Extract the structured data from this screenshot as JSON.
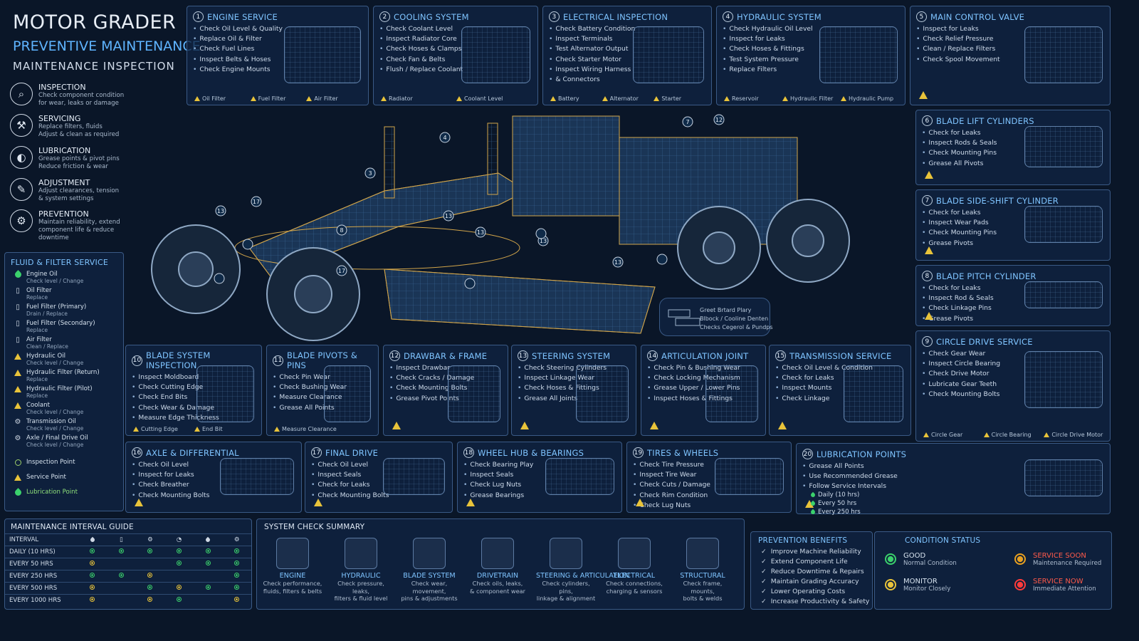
{
  "title": {
    "main": "MOTOR GRADER",
    "sub": "PREVENTIVE MAINTENANCE",
    "third": "MAINTENANCE INSPECTION"
  },
  "legend": [
    {
      "icon": "magnifier-icon",
      "glyph": "⌕",
      "title": "INSPECTION",
      "desc1": "Check component condition",
      "desc2": "for wear, leaks or damage",
      "desc3": ""
    },
    {
      "icon": "wrench-icon",
      "glyph": "⚒",
      "title": "SERVICING",
      "desc1": "Replace filters, fluids",
      "desc2": "Adjust & clean as required",
      "desc3": ""
    },
    {
      "icon": "oil-drop-icon",
      "glyph": "◐",
      "title": "LUBRICATION",
      "desc1": "Grease points & pivot pins",
      "desc2": "Reduce friction & wear",
      "desc3": ""
    },
    {
      "icon": "adjustment-icon",
      "glyph": "✎",
      "title": "ADJUSTMENT",
      "desc1": "Adjust clearances, tension",
      "desc2": "& system settings",
      "desc3": ""
    },
    {
      "icon": "gear-icon",
      "glyph": "⚙",
      "title": "PREVENTION",
      "desc1": "Maintain reliability, extend",
      "desc2": "component life & reduce",
      "desc3": "downtime"
    }
  ],
  "fluid": {
    "title": "FLUID & FILTER SERVICE",
    "items": [
      {
        "icon": "drop",
        "t": "Engine Oil",
        "d": "Check level / Change"
      },
      {
        "icon": "filter",
        "t": "Oil Filter",
        "d": "Replace"
      },
      {
        "icon": "filter",
        "t": "Fuel Filter (Primary)",
        "d": "Drain / Replace"
      },
      {
        "icon": "filter",
        "t": "Fuel Filter (Secondary)",
        "d": "Replace"
      },
      {
        "icon": "filter",
        "t": "Air Filter",
        "d": "Clean / Replace"
      },
      {
        "icon": "warn",
        "t": "Hydraulic Oil",
        "d": "Check level / Change"
      },
      {
        "icon": "warn",
        "t": "Hydraulic Filter (Return)",
        "d": "Replace"
      },
      {
        "icon": "warn",
        "t": "Hydraulic Filter (Pilot)",
        "d": "Replace"
      },
      {
        "icon": "warn",
        "t": "Coolant",
        "d": "Check level / Change"
      },
      {
        "icon": "gear",
        "t": "Transmission Oil",
        "d": "Check level / Change"
      },
      {
        "icon": "gear",
        "t": "Axle / Final Drive Oil",
        "d": "Check level / Change"
      }
    ],
    "key": [
      {
        "t": "Inspection Point"
      },
      {
        "t": "Service Point"
      },
      {
        "t": "Lubrication Point"
      }
    ]
  },
  "panels": {
    "p1": {
      "n": "1",
      "title": "ENGINE SERVICE",
      "items": [
        "Check Oil Level & Quality",
        "Replace Oil & Filter",
        "Check Fuel Lines",
        "Inspect Belts & Hoses",
        "Check Engine Mounts"
      ],
      "caps": [
        "Oil Filter",
        "Fuel Filter",
        "Air Filter"
      ]
    },
    "p2": {
      "n": "2",
      "title": "COOLING SYSTEM",
      "items": [
        "Check Coolant Level",
        "Inspect Radiator Core",
        "Check Hoses & Clamps",
        "Check Fan & Belts",
        "Flush / Replace Coolant"
      ],
      "caps": [
        "Radiator",
        "Coolant Level"
      ]
    },
    "p3": {
      "n": "3",
      "title": "ELECTRICAL INSPECTION",
      "items": [
        "Check Battery Condition",
        "Inspect Terminals",
        "Test Alternator Output",
        "Check Starter Motor",
        "Inspect Wiring Harness",
        "& Connectors"
      ],
      "caps": [
        "Battery",
        "Alternator",
        "Starter"
      ]
    },
    "p4": {
      "n": "4",
      "title": "HYDRAULIC SYSTEM",
      "items": [
        "Check Hydraulic Oil Level",
        "Inspect for Leaks",
        "Check Hoses & Fittings",
        "Test System Pressure",
        "Replace Filters"
      ],
      "caps": [
        "Reservoir",
        "Hydraulic Filter",
        "Hydraulic Pump"
      ]
    },
    "p5": {
      "n": "5",
      "title": "MAIN CONTROL VALVE",
      "items": [
        "Inspect for Leaks",
        "Check Relief Pressure",
        "Clean / Replace Filters",
        "Check Spool Movement"
      ]
    },
    "p6": {
      "n": "6",
      "title": "BLADE LIFT CYLINDERS",
      "items": [
        "Check for Leaks",
        "Inspect Rods & Seals",
        "Check Mounting Pins",
        "Grease All Pivots"
      ]
    },
    "p7": {
      "n": "7",
      "title": "BLADE SIDE-SHIFT CYLINDER",
      "items": [
        "Check for Leaks",
        "Inspect Wear Pads",
        "Check Mounting Pins",
        "Grease Pivots"
      ]
    },
    "p8": {
      "n": "8",
      "title": "BLADE PITCH CYLINDER",
      "items": [
        "Check for Leaks",
        "Inspect Rod & Seals",
        "Check Linkage Pins",
        "Grease Pivots"
      ]
    },
    "p9": {
      "n": "9",
      "title": "CIRCLE DRIVE SERVICE",
      "items": [
        "Check Gear Wear",
        "Inspect Circle Bearing",
        "Check Drive Motor",
        "Lubricate Gear Teeth",
        "Check Mounting Bolts"
      ],
      "caps": [
        "Circle Gear",
        "Circle Bearing",
        "Circle Drive Motor"
      ]
    },
    "p10": {
      "n": "10",
      "title": "BLADE SYSTEM INSPECTION",
      "items": [
        "Inspect Moldboard",
        "Check Cutting Edge",
        "Check End Bits",
        "Check Wear & Damage",
        "Measure Edge Thickness"
      ],
      "caps": [
        "Cutting Edge",
        "End Bit"
      ]
    },
    "p11": {
      "n": "11",
      "title": "BLADE PIVOTS & PINS",
      "items": [
        "Check Pin Wear",
        "Check Bushing Wear",
        "Measure Clearance",
        "Grease All Points"
      ],
      "caps": [
        "Measure Clearance"
      ]
    },
    "p12": {
      "n": "12",
      "title": "DRAWBAR & FRAME",
      "items": [
        "Inspect Drawbar",
        "Check Cracks / Damage",
        "Check Mounting Bolts",
        "Grease Pivot Points"
      ]
    },
    "p13": {
      "n": "13",
      "title": "STEERING SYSTEM",
      "items": [
        "Check Steering Cylinders",
        "Inspect Linkage Wear",
        "Check Hoses & Fittings",
        "Grease All Joints"
      ]
    },
    "p14": {
      "n": "14",
      "title": "ARTICULATION JOINT",
      "items": [
        "Check Pin & Bushing Wear",
        "Check Locking Mechanism",
        "Grease Upper / Lower Pins",
        "Inspect Hoses & Fittings"
      ]
    },
    "p15": {
      "n": "15",
      "title": "TRANSMISSION SERVICE",
      "items": [
        "Check Oil Level & Condition",
        "Check for Leaks",
        "Inspect Mounts",
        "Check Linkage"
      ]
    },
    "p16": {
      "n": "16",
      "title": "AXLE & DIFFERENTIAL",
      "items": [
        "Check Oil Level",
        "Inspect for Leaks",
        "Check Breather",
        "Check Mounting Bolts"
      ]
    },
    "p17": {
      "n": "17",
      "title": "FINAL DRIVE",
      "items": [
        "Check Oil Level",
        "Inspect Seals",
        "Check for Leaks",
        "Check Mounting Bolts"
      ]
    },
    "p18": {
      "n": "18",
      "title": "WHEEL HUB & BEARINGS",
      "items": [
        "Check Bearing Play",
        "Inspect Seals",
        "Check Lug Nuts",
        "Grease Bearings"
      ]
    },
    "p19": {
      "n": "19",
      "title": "TIRES & WHEELS",
      "items": [
        "Check Tire Pressure",
        "Inspect Tire Wear",
        "Check Cuts / Damage",
        "Check Rim Condition",
        "Check Lug Nuts"
      ]
    },
    "p20": {
      "n": "20",
      "title": "LUBRICATION POINTS",
      "items": [
        "Grease All Points",
        "Use Recommended Grease",
        "Follow Service Intervals"
      ],
      "intervals": [
        "Daily (10 hrs)",
        "Every 50 hrs",
        "Every 250 hrs"
      ]
    }
  },
  "inset": {
    "lines": [
      "Greet Brtard Plary",
      "Blbock / Cooline Denten",
      "Checks Cegerol & Pundps"
    ]
  },
  "interval": {
    "title": "MAINTENANCE INTERVAL GUIDE",
    "header": "INTERVAL",
    "cols": [
      "drop",
      "filter",
      "gear",
      "gauge",
      "drop",
      "gear"
    ],
    "rows": [
      {
        "label": "DAILY (10 HRS)",
        "cells": [
          "g",
          "g",
          "g",
          "g",
          "g",
          "g"
        ]
      },
      {
        "label": "EVERY 50 HRS",
        "cells": [
          "y",
          "",
          "",
          "g",
          "g",
          "g"
        ]
      },
      {
        "label": "EVERY 250 HRS",
        "cells": [
          "g",
          "g",
          "y",
          "",
          "",
          "g"
        ]
      },
      {
        "label": "EVERY 500 HRS",
        "cells": [
          "y",
          "",
          "g",
          "y",
          "g",
          "g"
        ]
      },
      {
        "label": "EVERY 1000 HRS",
        "cells": [
          "y",
          "",
          "y",
          "g",
          "",
          "y"
        ]
      }
    ]
  },
  "summary": {
    "title": "SYSTEM CHECK SUMMARY",
    "items": [
      {
        "t": "ENGINE",
        "d1": "Check performance,",
        "d2": "fluids, filters & belts"
      },
      {
        "t": "HYDRAULIC",
        "d1": "Check pressure, leaks,",
        "d2": "filters & fluid level"
      },
      {
        "t": "BLADE SYSTEM",
        "d1": "Check wear, movement,",
        "d2": "pins & adjustments"
      },
      {
        "t": "DRIVETRAIN",
        "d1": "Check oils, leaks,",
        "d2": "& component wear"
      },
      {
        "t": "STEERING & ARTICULATION",
        "d1": "Check cylinders, pins,",
        "d2": "linkage & alignment"
      },
      {
        "t": "ELECTRICAL",
        "d1": "Check connections,",
        "d2": "charging & sensors"
      },
      {
        "t": "STRUCTURAL",
        "d1": "Check frame, mounts,",
        "d2": "bolts & welds"
      }
    ]
  },
  "benefits": {
    "title": "PREVENTION BENEFITS",
    "items": [
      "Improve Machine Reliability",
      "Extend Component Life",
      "Reduce Downtime & Repairs",
      "Maintain Grading Accuracy",
      "Lower Operating Costs",
      "Increase Productivity & Safety"
    ]
  },
  "status": {
    "title": "CONDITION STATUS",
    "items": [
      {
        "t": "GOOD",
        "d": "Normal Condition",
        "color": "#3bd16c",
        "tc": "#d8e4f0"
      },
      {
        "t": "SERVICE SOON",
        "d": "Maintenance Required",
        "color": "#e8a020",
        "tc": "#ff5a4a"
      },
      {
        "t": "MONITOR",
        "d": "Monitor Closely",
        "color": "#e8c33a",
        "tc": "#d8e4f0"
      },
      {
        "t": "SERVICE NOW",
        "d": "Immediate Attention",
        "color": "#ff3b3b",
        "tc": "#ff5a4a"
      }
    ]
  },
  "callouts": [
    "1",
    "2",
    "3",
    "4",
    "5",
    "6",
    "7",
    "8",
    "9",
    "10",
    "11",
    "12",
    "13",
    "14",
    "15",
    "16",
    "17",
    "18",
    "19",
    "20",
    "3",
    "4",
    "7",
    "12",
    "13",
    "17",
    "8",
    "13",
    "13",
    "13",
    "17",
    "13"
  ],
  "colors": {
    "accent": "#5fb4ff",
    "good": "#3bd16c",
    "warn": "#e8c33a",
    "danger": "#ff3b3b"
  }
}
